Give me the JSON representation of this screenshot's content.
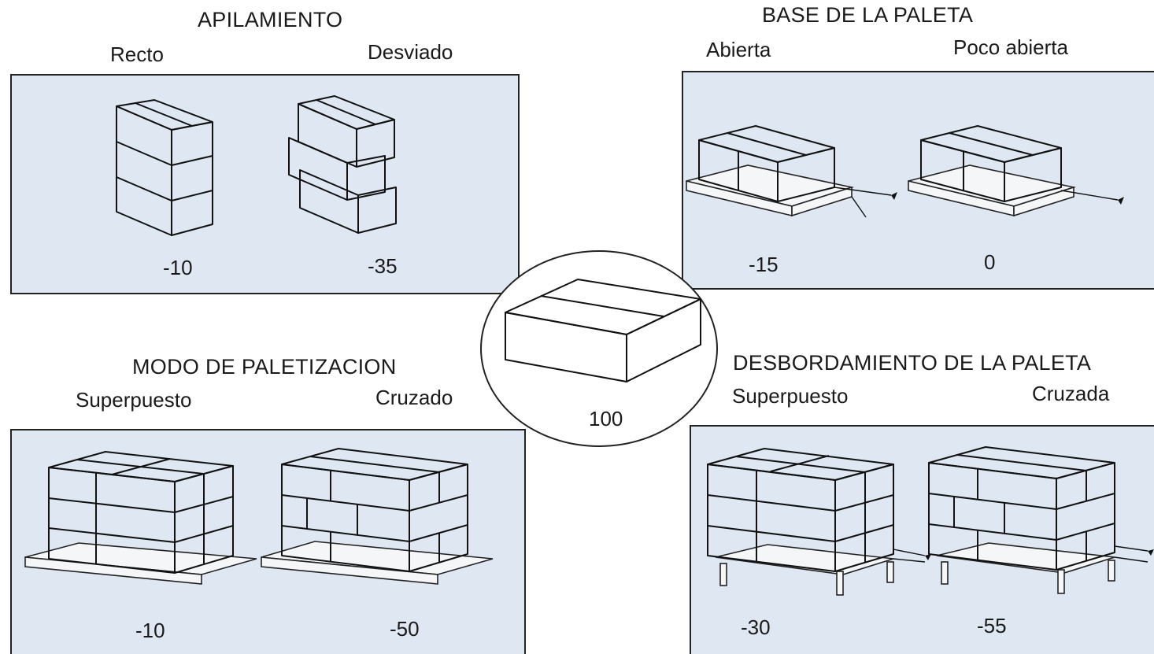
{
  "center": {
    "value": "100"
  },
  "sections": {
    "apilamiento": {
      "title": "APILAMIENTO",
      "options": [
        {
          "label": "Recto",
          "value": "-10"
        },
        {
          "label": "Desviado",
          "value": "-35"
        }
      ]
    },
    "base_paleta": {
      "title": "BASE DE LA PALETA",
      "options": [
        {
          "label": "Abierta",
          "value": "-15"
        },
        {
          "label": "Poco abierta",
          "value": "0"
        }
      ]
    },
    "modo_paletizacion": {
      "title": "MODO DE PALETIZACION",
      "options": [
        {
          "label": "Superpuesto",
          "value": "-10"
        },
        {
          "label": "Cruzado",
          "value": "-50"
        }
      ]
    },
    "desbordamiento": {
      "title": "DESBORDAMIENTO DE LA PALETA",
      "options": [
        {
          "label": "Superpuesto",
          "value": "-30"
        },
        {
          "label": "Cruzada",
          "value": "-55"
        }
      ]
    }
  },
  "colors": {
    "panel_bg": "#dfe8f2",
    "box_orange": "#f2ab14",
    "outline": "#111111"
  }
}
